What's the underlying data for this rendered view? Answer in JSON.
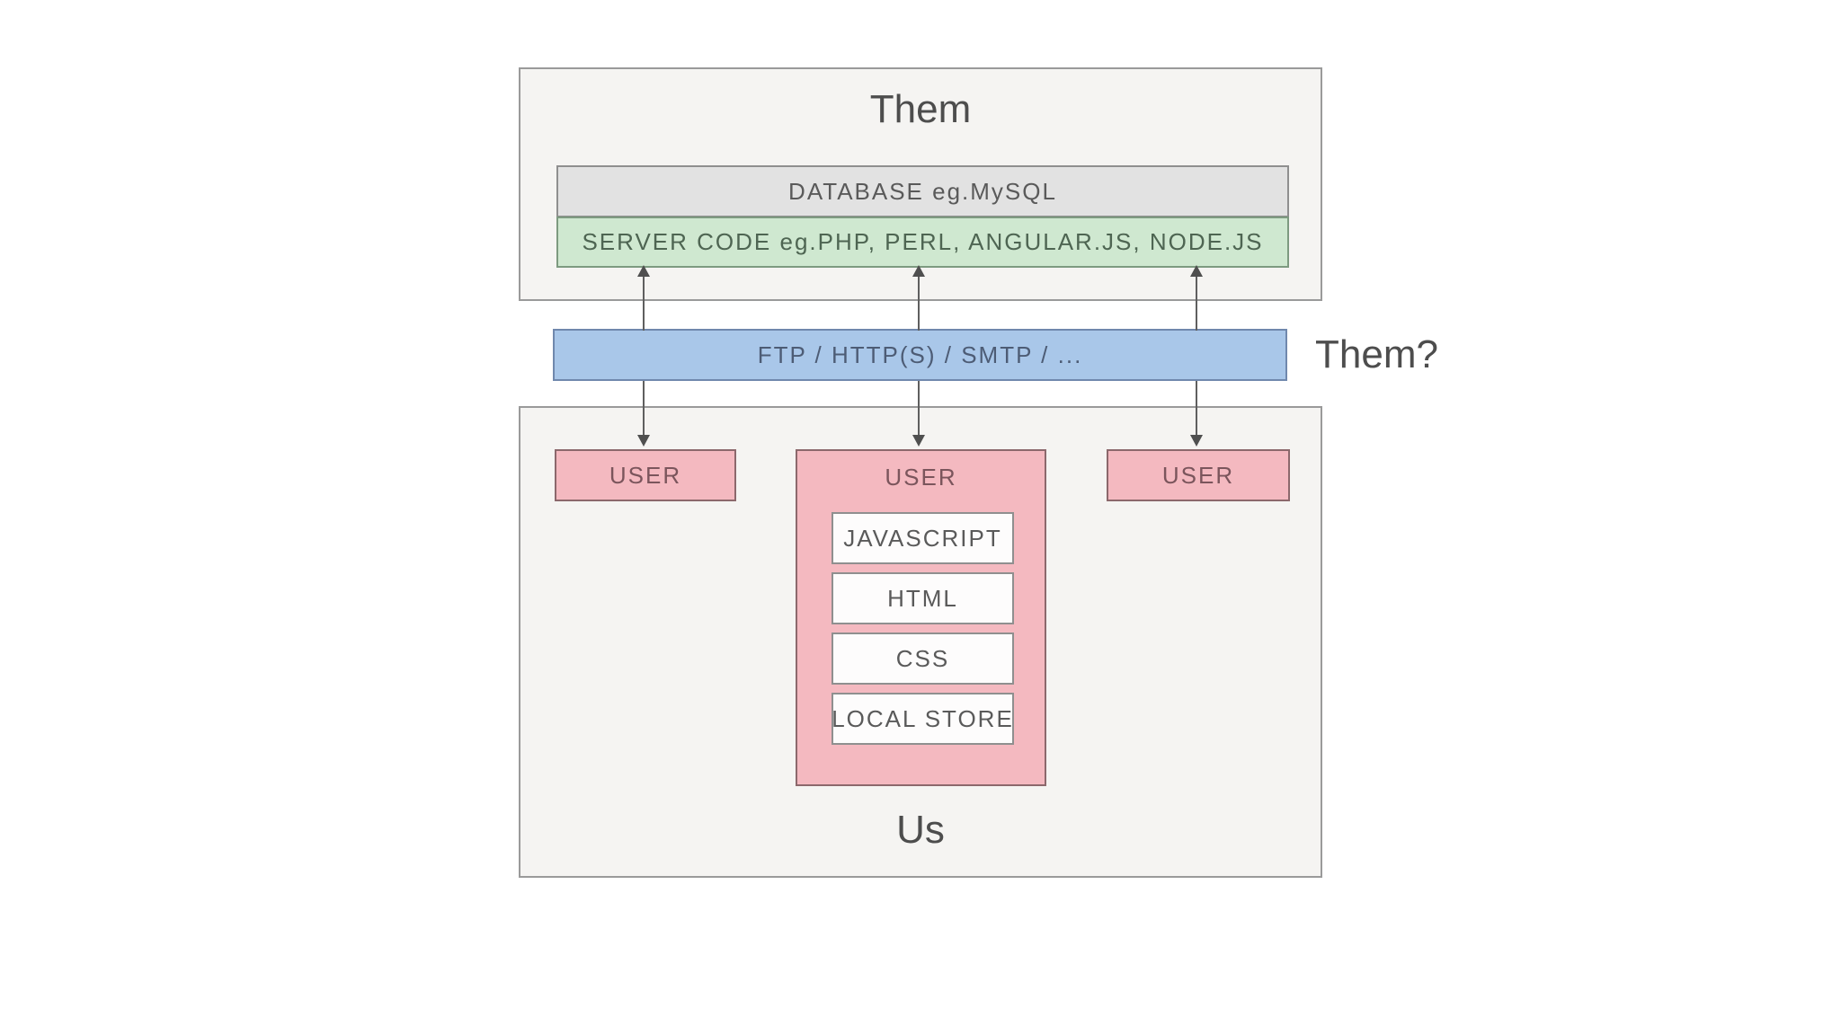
{
  "them_box": {
    "title": "Them",
    "database_bar": "DATABASE eg.MySQL",
    "server_bar": "SERVER CODE eg.PHP, PERL, ANGULAR.JS, NODE.JS"
  },
  "transport": {
    "bar": "FTP / HTTP(S) / SMTP / ...",
    "side_label": "Them?"
  },
  "us_box": {
    "title": "Us",
    "users": [
      "USER",
      "USER",
      "USER"
    ],
    "client_stack": [
      "JAVASCRIPT",
      "HTML",
      "CSS",
      "LOCAL STORE"
    ]
  },
  "colors": {
    "page_bg": "#ffffff",
    "panel_fill": "#f5f4f2",
    "panel_border": "#9a9a9a",
    "database_fill": "#e2e2e2",
    "server_fill": "#cfe8d0",
    "transport_fill": "#a9c7e9",
    "transport_border": "#7088ad",
    "user_fill": "#f4b9c0",
    "user_border": "#8c686c",
    "client_fill": "#fdfcfc",
    "title_text": "#4d4d4d",
    "arrow": "#4f4f4f"
  }
}
